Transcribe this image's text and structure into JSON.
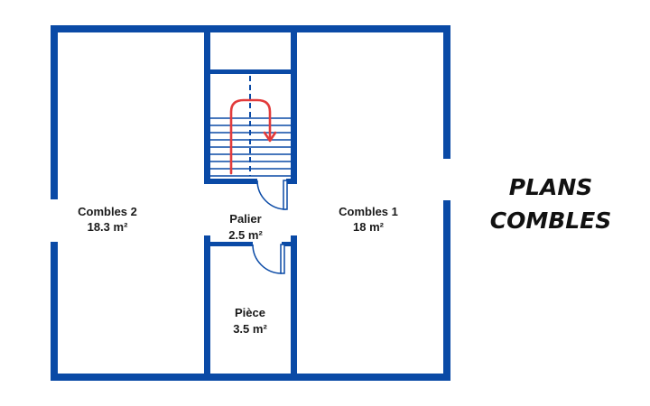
{
  "title": {
    "line1": "PLANS",
    "line2": "COMBLES"
  },
  "rooms": {
    "combles2": {
      "name": "Combles 2",
      "area": "18.3 m²"
    },
    "palier": {
      "name": "Palier",
      "area": "2.5 m²"
    },
    "combles1": {
      "name": "Combles 1",
      "area": "18 m²"
    },
    "piece": {
      "name": "Pièce",
      "area": "3.5 m²"
    }
  },
  "colors": {
    "wall": "#0a4aa6",
    "stair_arrow": "#e23b3b",
    "door": "#0a4aa6",
    "stair_line": "#0a4aa6"
  }
}
